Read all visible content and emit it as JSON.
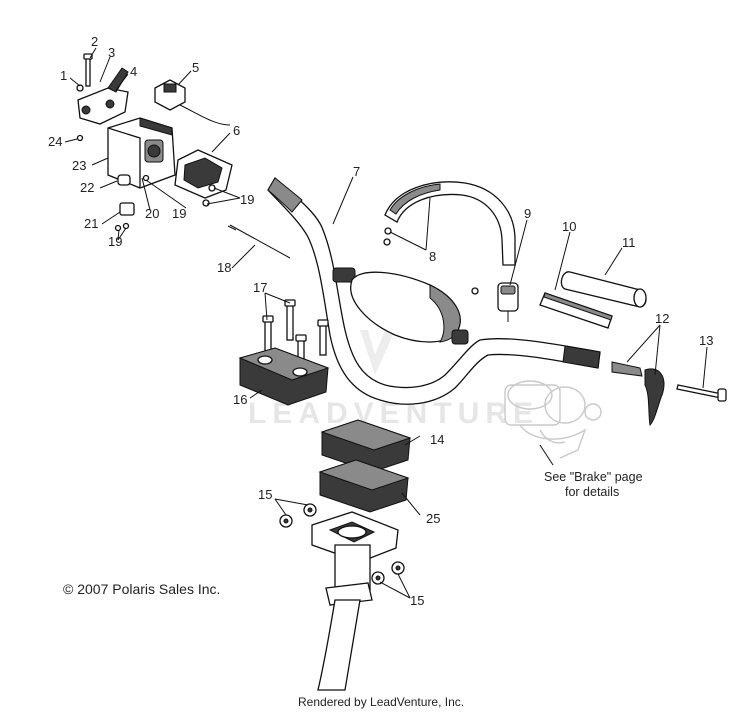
{
  "callouts": {
    "c1": "1",
    "c2": "2",
    "c3": "3",
    "c4": "4",
    "c5": "5",
    "c6": "6",
    "c7": "7",
    "c8": "8",
    "c9": "9",
    "c10": "10",
    "c11": "11",
    "c12": "12",
    "c13": "13",
    "c14": "14",
    "c15a": "15",
    "c15b": "15",
    "c16": "16",
    "c17": "17",
    "c18": "18",
    "c19a": "19",
    "c19b": "19",
    "c19c": "19",
    "c20": "20",
    "c21": "21",
    "c22": "22",
    "c23": "23",
    "c24": "24",
    "c25": "25"
  },
  "brake_note": {
    "line1": "See \"Brake\" page",
    "line2": "for details"
  },
  "copyright": "© 2007 Polaris Sales Inc.",
  "watermark": "LEADVENTURE",
  "footer": "Rendered by LeadVenture, Inc."
}
